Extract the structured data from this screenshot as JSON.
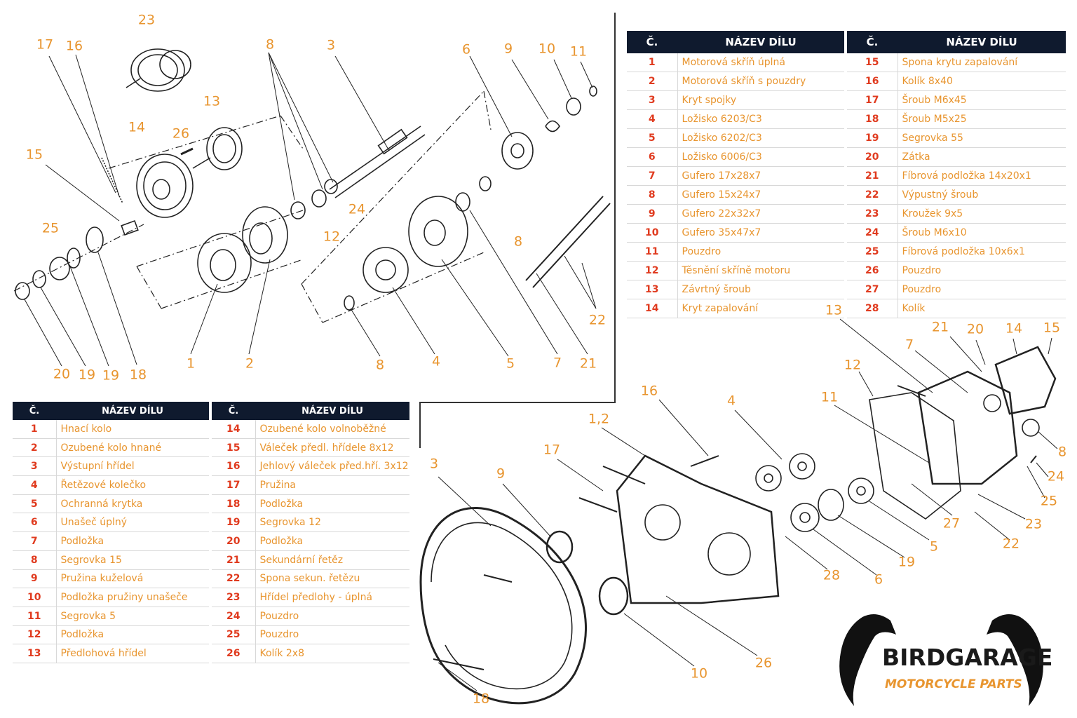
{
  "top_table": {
    "headers": [
      "Č.",
      "NÁZEV DÍLU",
      "Č.",
      "NÁZEV DÍLU"
    ],
    "left_rows": [
      {
        "num": "1",
        "name": "Motorová skříň úplná"
      },
      {
        "num": "2",
        "name": "Motorová skříň s pouzdry"
      },
      {
        "num": "3",
        "name": "Kryt spojky"
      },
      {
        "num": "4",
        "name": "Ložisko 6203/C3"
      },
      {
        "num": "5",
        "name": "Ložisko 6202/C3"
      },
      {
        "num": "6",
        "name": "Ložisko 6006/C3"
      },
      {
        "num": "7",
        "name": "Gufero 17x28x7"
      },
      {
        "num": "8",
        "name": "Gufero 15x24x7"
      },
      {
        "num": "9",
        "name": "Gufero 22x32x7"
      },
      {
        "num": "10",
        "name": "Gufero 35x47x7"
      },
      {
        "num": "11",
        "name": "Pouzdro"
      },
      {
        "num": "12",
        "name": "Těsnění skříně motoru"
      },
      {
        "num": "13",
        "name": "Závrtný šroub"
      },
      {
        "num": "14",
        "name": "Kryt zapalování"
      }
    ],
    "right_rows": [
      {
        "num": "15",
        "name": "Spona krytu zapalování"
      },
      {
        "num": "16",
        "name": "Kolík 8x40"
      },
      {
        "num": "17",
        "name": "Šroub M6x45"
      },
      {
        "num": "18",
        "name": "Šroub M5x25"
      },
      {
        "num": "19",
        "name": "Segrovka 55"
      },
      {
        "num": "20",
        "name": "Zátka"
      },
      {
        "num": "21",
        "name": "Fíbrová podložka 14x20x1"
      },
      {
        "num": "22",
        "name": "Výpustný šroub"
      },
      {
        "num": "23",
        "name": "Kroužek 9x5"
      },
      {
        "num": "24",
        "name": "Šroub M6x10"
      },
      {
        "num": "25",
        "name": "Fíbrová podložka 10x6x1"
      },
      {
        "num": "26",
        "name": "Pouzdro"
      },
      {
        "num": "27",
        "name": "Pouzdro"
      },
      {
        "num": "28",
        "name": "Kolík"
      }
    ]
  },
  "bottom_table": {
    "headers": [
      "Č.",
      "NÁZEV DÍLU",
      "Č.",
      "NÁZEV DÍLU"
    ],
    "left_rows": [
      {
        "num": "1",
        "name": "Hnací kolo"
      },
      {
        "num": "2",
        "name": "Ozubené kolo hnané"
      },
      {
        "num": "3",
        "name": "Výstupní hřídel"
      },
      {
        "num": "4",
        "name": "Řetězové kolečko"
      },
      {
        "num": "5",
        "name": "Ochranná krytka"
      },
      {
        "num": "6",
        "name": "Unašeč úplný"
      },
      {
        "num": "7",
        "name": "Podložka"
      },
      {
        "num": "8",
        "name": "Segrovka 15"
      },
      {
        "num": "9",
        "name": "Pružina kuželová"
      },
      {
        "num": "10",
        "name": "Podložka pružiny unašeče"
      },
      {
        "num": "11",
        "name": "Segrovka 5"
      },
      {
        "num": "12",
        "name": "Podložka"
      },
      {
        "num": "13",
        "name": "Předlohová hřídel"
      }
    ],
    "right_rows": [
      {
        "num": "14",
        "name": "Ozubené kolo volnoběžné"
      },
      {
        "num": "15",
        "name": "Váleček předl. hřídele 8x12"
      },
      {
        "num": "16",
        "name": "Jehlový váleček před.hří. 3x12"
      },
      {
        "num": "17",
        "name": "Pružina"
      },
      {
        "num": "18",
        "name": "Podložka"
      },
      {
        "num": "19",
        "name": "Segrovka 12"
      },
      {
        "num": "20",
        "name": "Podložka"
      },
      {
        "num": "21",
        "name": "Sekundární řetěz"
      },
      {
        "num": "22",
        "name": "Spona sekun. řetězu"
      },
      {
        "num": "23",
        "name": "Hřídel předlohy - úplná"
      },
      {
        "num": "24",
        "name": "Pouzdro"
      },
      {
        "num": "25",
        "name": "Pouzdro"
      },
      {
        "num": "26",
        "name": "Kolík 2x8"
      }
    ]
  },
  "gearbox_callouts": [
    "23",
    "17",
    "16",
    "13",
    "14",
    "26",
    "15",
    "8",
    "3",
    "24",
    "12",
    "6",
    "9",
    "10",
    "11",
    "8",
    "25",
    "1",
    "2",
    "20",
    "19",
    "19",
    "18",
    "8",
    "4",
    "5",
    "7",
    "21",
    "22"
  ],
  "engine_callouts": [
    "13",
    "21",
    "20",
    "14",
    "15",
    "7",
    "12",
    "11",
    "16",
    "1,2",
    "4",
    "17",
    "3",
    "9",
    "8",
    "24",
    "25",
    "23",
    "22",
    "27",
    "5",
    "19",
    "6",
    "28",
    "10",
    "26",
    "18"
  ],
  "logo": {
    "name": "BIRDGARAGE",
    "tagline": "MOTORCYCLE PARTS"
  },
  "colors": {
    "callout": "#e8952f",
    "number": "#e03a1e",
    "header": "#0f1a2e",
    "line": "#222222"
  }
}
